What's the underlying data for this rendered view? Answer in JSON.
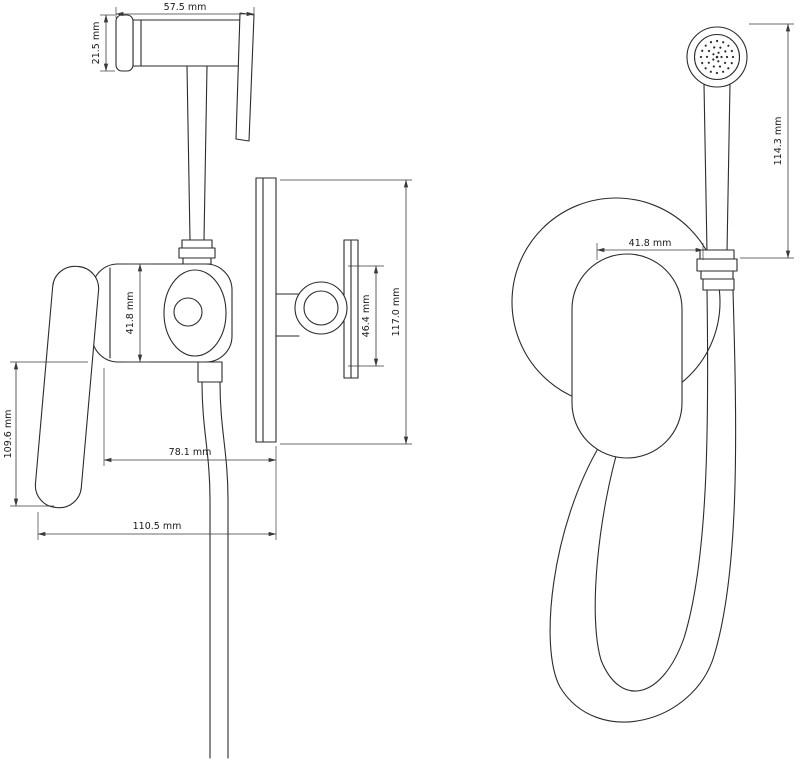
{
  "drawing": {
    "background": "#ffffff",
    "ink": "#2b2b2b",
    "dimensions": {
      "front": {
        "head_width": "57.5 mm",
        "head_diameter": "21.5 mm",
        "cartridge_height": "41.8 mm",
        "lever_length": "109.6 mm",
        "body_depth": "78.1 mm",
        "overall_depth": "110.5 mm",
        "outlet_height": "46.4 mm",
        "plate_height": "117.0 mm"
      },
      "side": {
        "body_width": "41.8 mm",
        "handset_height": "114.3 mm"
      }
    }
  }
}
